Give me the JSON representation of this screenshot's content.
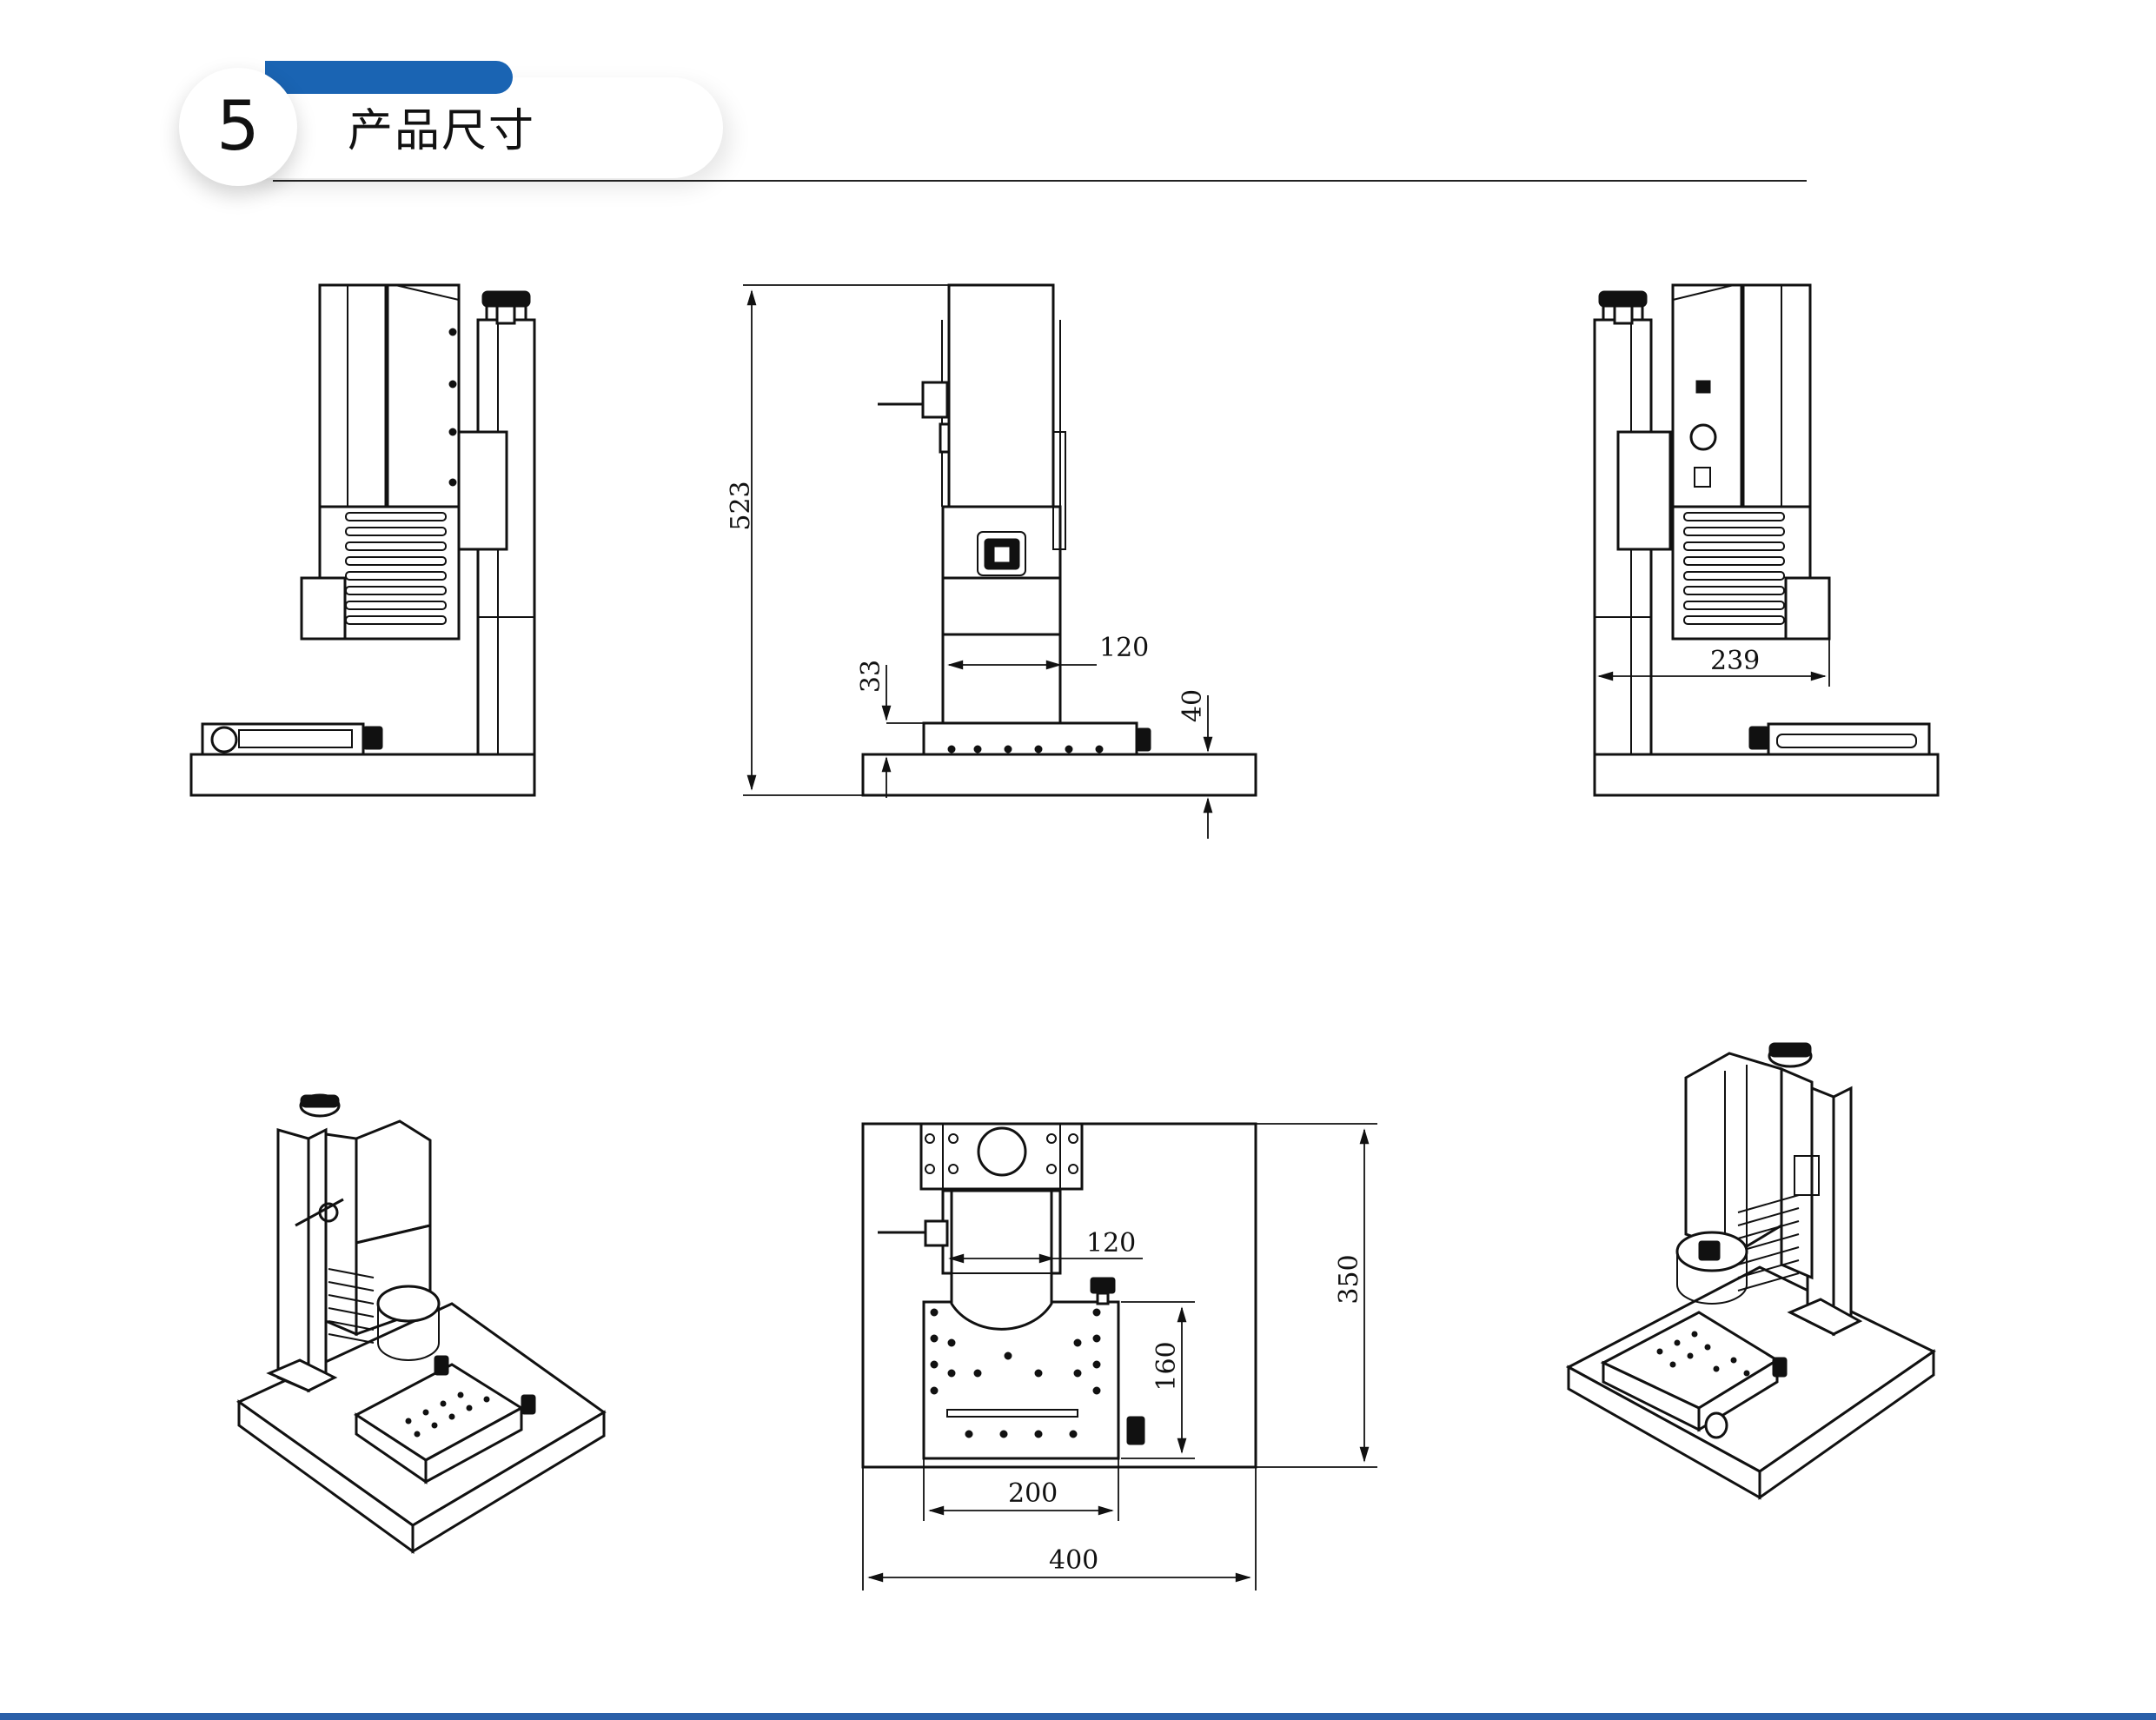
{
  "header": {
    "section_number": "5",
    "section_title": "产品尺寸",
    "accent_color": "#1a64b3",
    "footer_color": "#2a5fa8"
  },
  "dimensions": {
    "front_height": "523",
    "front_width": "120",
    "front_stage_height": "33",
    "front_base_thickness": "40",
    "side_depth": "239",
    "top_column_width": "120",
    "top_stage_depth": "160",
    "top_base_depth": "350",
    "top_stage_width": "200",
    "top_base_width": "400"
  },
  "views": [
    {
      "name": "left-side-view"
    },
    {
      "name": "front-view"
    },
    {
      "name": "right-side-view"
    },
    {
      "name": "isometric-left"
    },
    {
      "name": "top-view"
    },
    {
      "name": "isometric-right"
    }
  ]
}
